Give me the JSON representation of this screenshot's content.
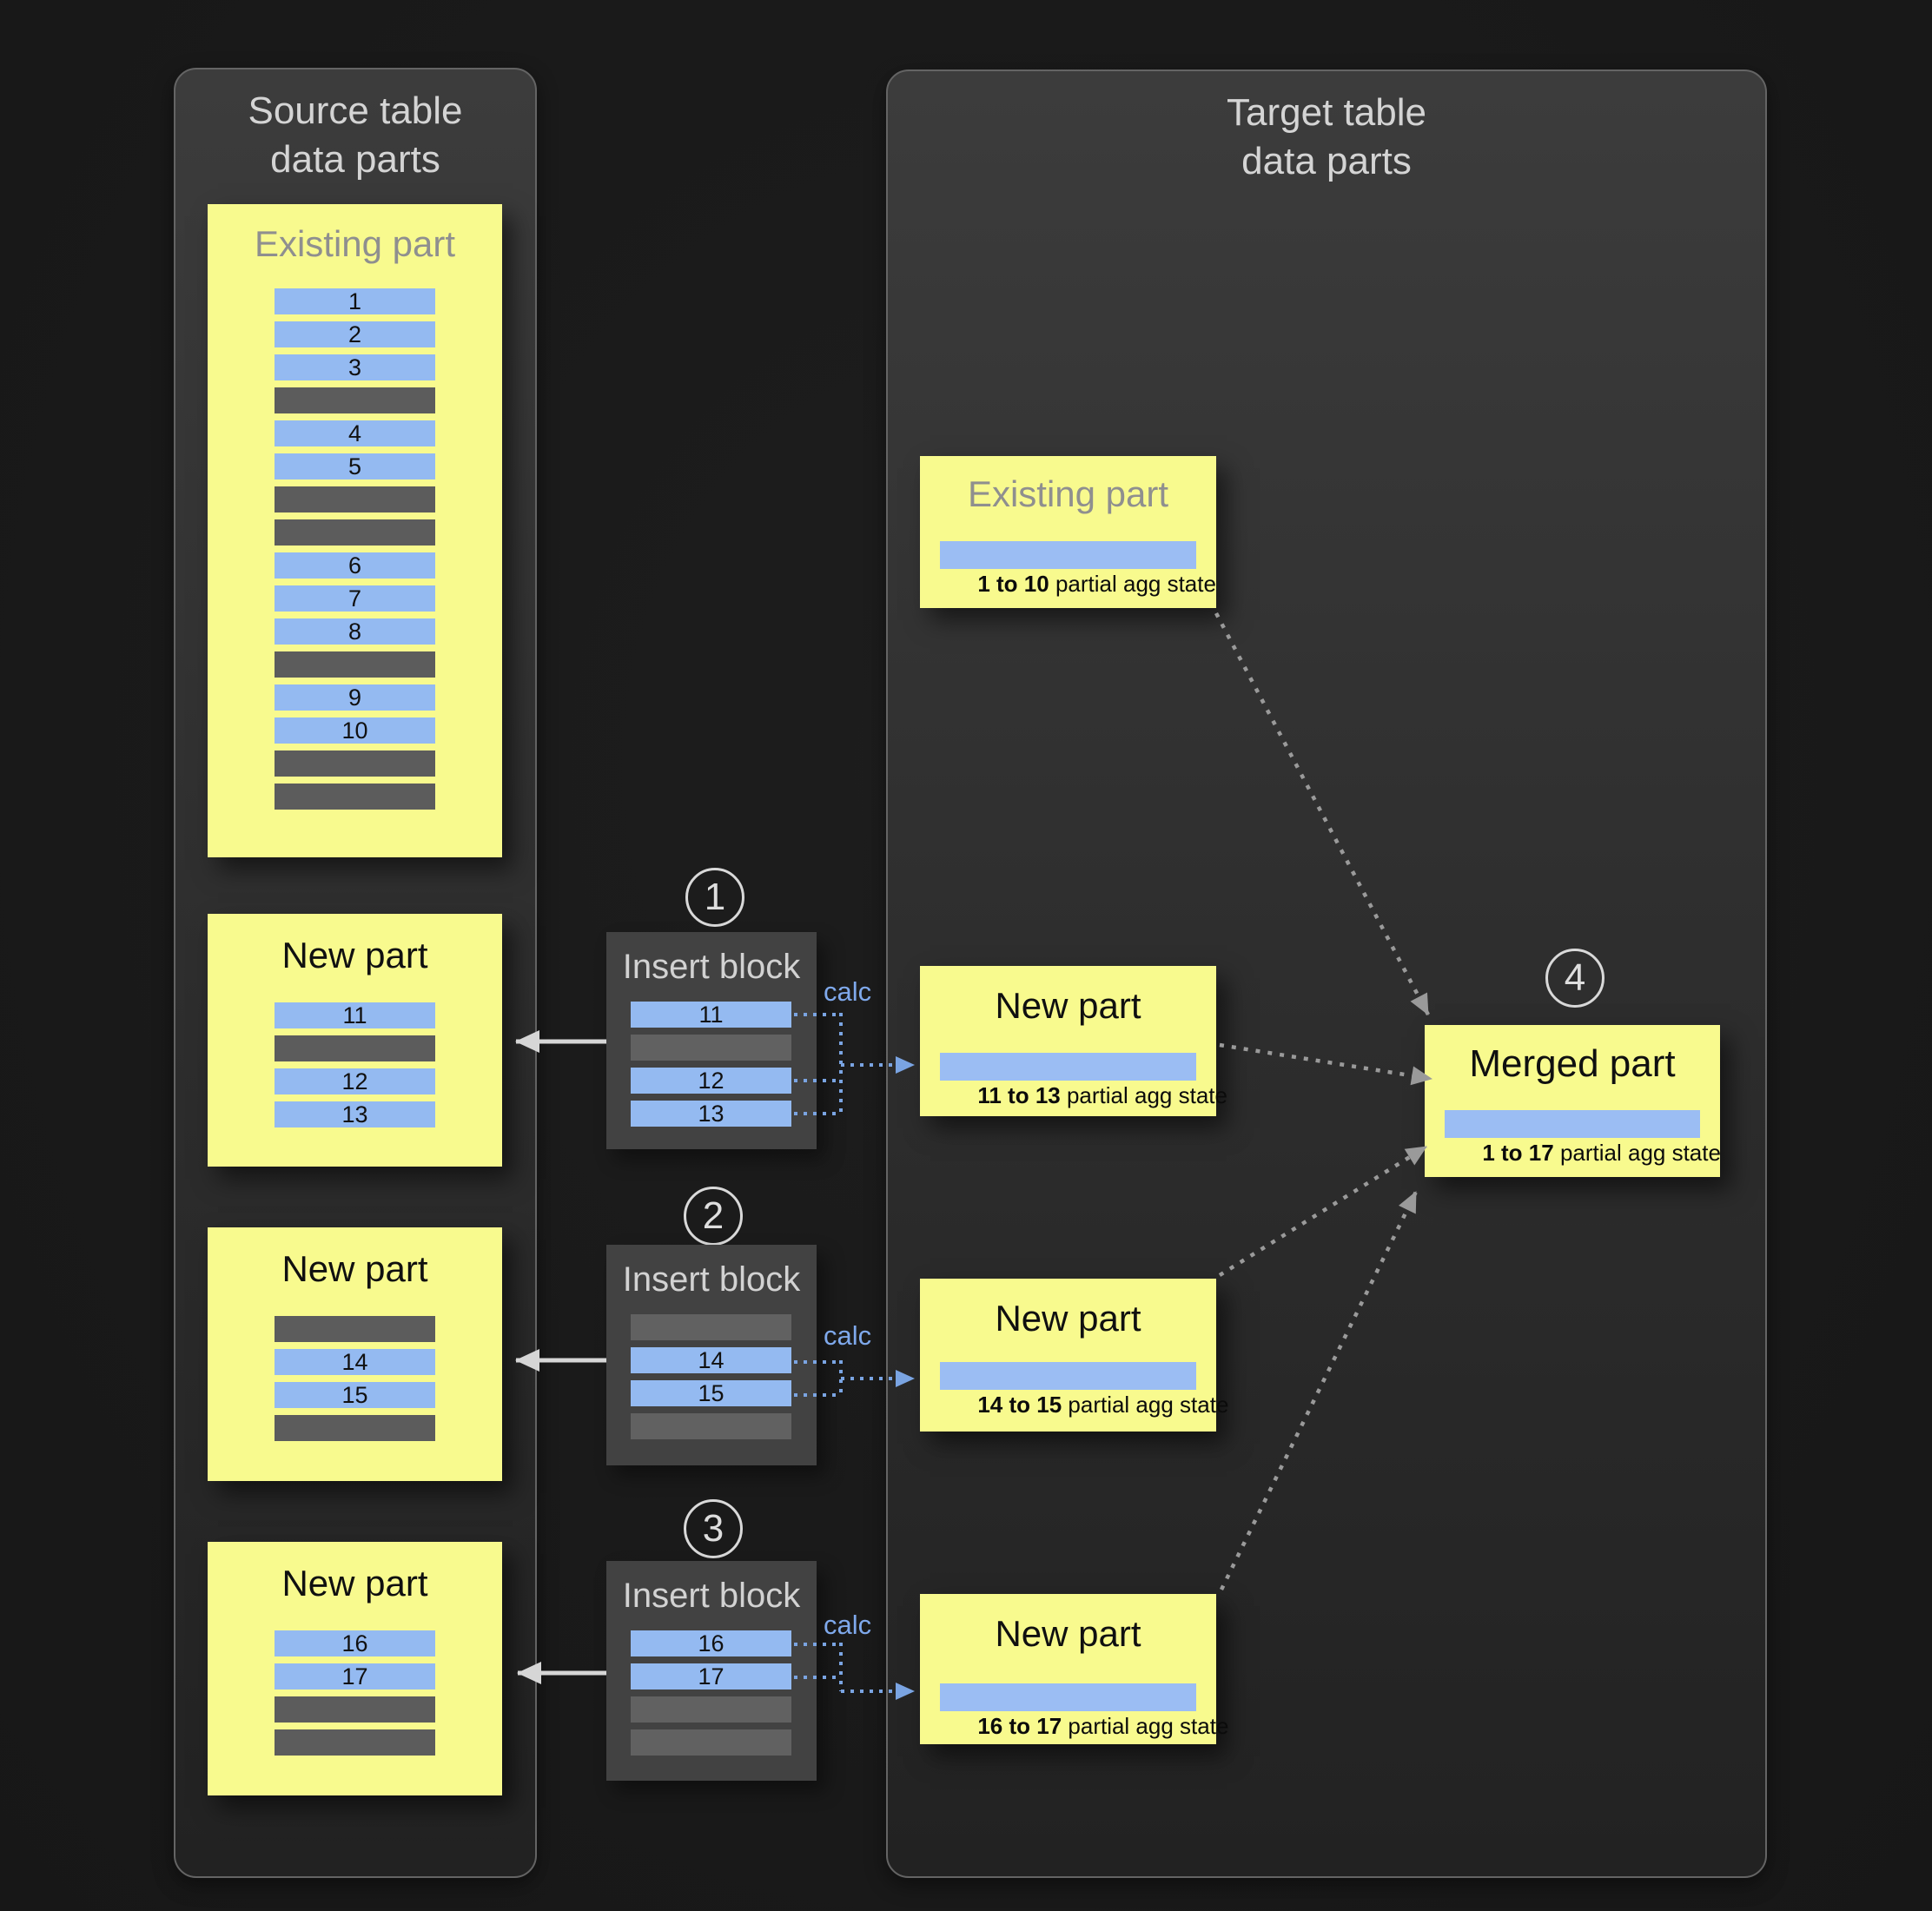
{
  "source_panel": {
    "title_line1": "Source table",
    "title_line2": "data parts",
    "existing_part": {
      "title": "Existing part",
      "rows": [
        "1",
        "2",
        "3",
        null,
        "4",
        "5",
        null,
        null,
        "6",
        "7",
        "8",
        null,
        "9",
        "10",
        null,
        null
      ]
    },
    "new_parts": [
      {
        "title": "New part",
        "rows": [
          "11",
          null,
          "12",
          "13"
        ]
      },
      {
        "title": "New part",
        "rows": [
          null,
          "14",
          "15",
          null
        ]
      },
      {
        "title": "New part",
        "rows": [
          "16",
          "17",
          null,
          null
        ]
      }
    ]
  },
  "insert_blocks": [
    {
      "step": "1",
      "title": "Insert block",
      "calc_label": "calc",
      "rows": [
        "11",
        null,
        "12",
        "13"
      ]
    },
    {
      "step": "2",
      "title": "Insert block",
      "calc_label": "calc",
      "rows": [
        null,
        "14",
        "15",
        null
      ]
    },
    {
      "step": "3",
      "title": "Insert block",
      "calc_label": "calc",
      "rows": [
        "16",
        "17",
        null,
        null
      ]
    }
  ],
  "target_panel": {
    "title_line1": "Target table",
    "title_line2": "data parts",
    "existing_part": {
      "title": "Existing part",
      "agg_range": "1 to 10",
      "agg_suffix": " partial agg state"
    },
    "new_parts": [
      {
        "title": "New part",
        "agg_range": "11 to 13",
        "agg_suffix": " partial agg state"
      },
      {
        "title": "New part",
        "agg_range": "14 to 15",
        "agg_suffix": " partial agg state"
      },
      {
        "title": "New part",
        "agg_range": "16 to 17",
        "agg_suffix": " partial agg state"
      }
    ],
    "merged_part": {
      "step": "4",
      "title": "Merged part",
      "agg_range": "1 to 17",
      "agg_suffix": " partial agg state"
    }
  },
  "colors": {
    "background": "#171717",
    "panel_fill_top": "#3c3c3c",
    "panel_border": "#646464",
    "part_yellow": "#f8fa8e",
    "row_blue": "#94baf1",
    "row_gray": "#5c5c5c",
    "agg_strip_blue": "#9bbdf3",
    "calc_blue": "#7fa9ec",
    "dotted_blue": "#7aa4e2",
    "dotted_gray": "#999999",
    "arrow_white": "#d6d6d6"
  }
}
